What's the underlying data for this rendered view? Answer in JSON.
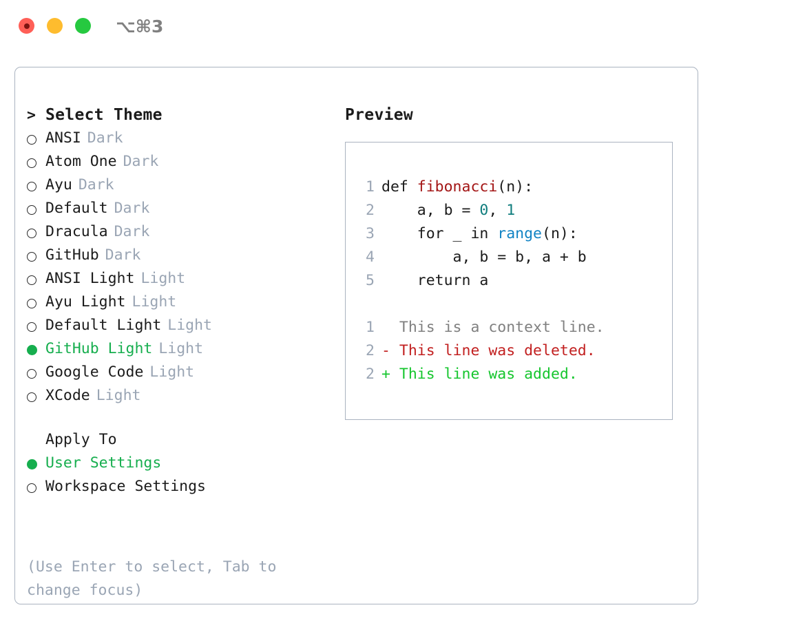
{
  "titlebar": {
    "shortcut": "⌥⌘3",
    "buttons": {
      "close": "close",
      "minimize": "minimize",
      "zoom": "zoom"
    }
  },
  "theme_selector": {
    "prompt_symbol": ">",
    "heading": "Select Theme",
    "bullet_unselected": "○",
    "bullet_selected": "●",
    "items": [
      {
        "label": "ANSI",
        "tag": "Dark",
        "selected": false
      },
      {
        "label": "Atom One",
        "tag": "Dark",
        "selected": false
      },
      {
        "label": "Ayu",
        "tag": "Dark",
        "selected": false
      },
      {
        "label": "Default",
        "tag": "Dark",
        "selected": false
      },
      {
        "label": "Dracula",
        "tag": "Dark",
        "selected": false
      },
      {
        "label": "GitHub",
        "tag": "Dark",
        "selected": false
      },
      {
        "label": "ANSI Light",
        "tag": "Light",
        "selected": false
      },
      {
        "label": "Ayu Light",
        "tag": "Light",
        "selected": false
      },
      {
        "label": "Default Light",
        "tag": "Light",
        "selected": false
      },
      {
        "label": "GitHub Light",
        "tag": "Light",
        "selected": true
      },
      {
        "label": "Google Code",
        "tag": "Light",
        "selected": false
      },
      {
        "label": "XCode",
        "tag": "Light",
        "selected": false
      }
    ]
  },
  "apply_to": {
    "heading": "Apply To",
    "options": [
      {
        "label": "User Settings",
        "selected": true
      },
      {
        "label": "Workspace Settings",
        "selected": false
      }
    ]
  },
  "hint": {
    "line1": "(Use Enter to select, Tab to",
    "line2": "change focus)"
  },
  "preview": {
    "title": "Preview",
    "code": [
      {
        "no": "1",
        "segments": [
          {
            "text": "def ",
            "type": "kw"
          },
          {
            "text": "fibonacci",
            "type": "fn"
          },
          {
            "text": "(n):",
            "type": "plain"
          }
        ]
      },
      {
        "no": "2",
        "segments": [
          {
            "text": "    a, b = ",
            "type": "plain"
          },
          {
            "text": "0",
            "type": "num"
          },
          {
            "text": ", ",
            "type": "plain"
          },
          {
            "text": "1",
            "type": "num"
          }
        ]
      },
      {
        "no": "3",
        "segments": [
          {
            "text": "    for _ in ",
            "type": "kw"
          },
          {
            "text": "range",
            "type": "builtin"
          },
          {
            "text": "(n):",
            "type": "plain"
          }
        ]
      },
      {
        "no": "4",
        "segments": [
          {
            "text": "        a, b = b, a + b",
            "type": "plain"
          }
        ]
      },
      {
        "no": "5",
        "segments": [
          {
            "text": "    return a",
            "type": "kw"
          }
        ]
      }
    ],
    "diff": [
      {
        "no": "1",
        "marker": " ",
        "text": "This is a context line.",
        "type": "context"
      },
      {
        "no": "2",
        "marker": "-",
        "text": "This line was deleted.",
        "type": "del"
      },
      {
        "no": "2",
        "marker": "+",
        "text": "This line was added.",
        "type": "add"
      }
    ]
  },
  "colors": {
    "selected_green": "#16ae4e",
    "muted_gray": "#9aa5b4",
    "border": "#aab3c0",
    "diff_add": "#16c62e",
    "diff_del": "#c22020",
    "syntax_function": "#a31515",
    "syntax_builtin": "#1183c4",
    "syntax_number": "#0f7d7d",
    "traffic_close": "#ff5f57",
    "traffic_minimize": "#febc2e",
    "traffic_zoom": "#26c940"
  }
}
